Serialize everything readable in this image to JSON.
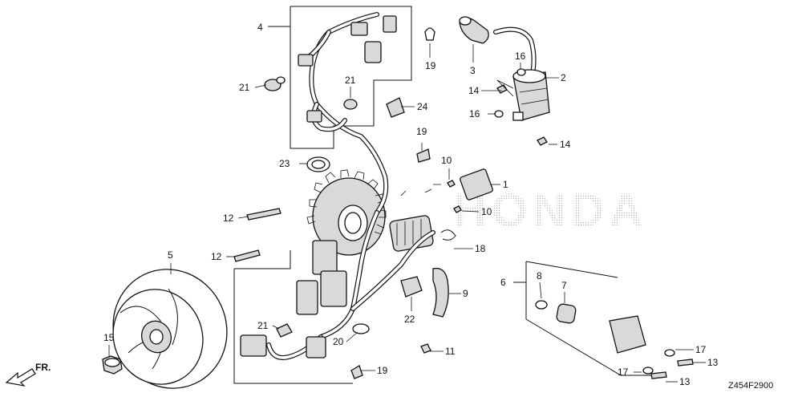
{
  "diagram": {
    "brand_watermark": "HONDA",
    "reference_code": "Z454F2900",
    "direction_label": "FR.",
    "callouts": [
      {
        "id": "c4",
        "label": "4"
      },
      {
        "id": "c19a",
        "label": "19"
      },
      {
        "id": "c3",
        "label": "3"
      },
      {
        "id": "c16a",
        "label": "16"
      },
      {
        "id": "c2",
        "label": "2"
      },
      {
        "id": "c21a",
        "label": "21"
      },
      {
        "id": "c21b",
        "label": "21"
      },
      {
        "id": "c24",
        "label": "24"
      },
      {
        "id": "c14a",
        "label": "14"
      },
      {
        "id": "c16b",
        "label": "16"
      },
      {
        "id": "c19b",
        "label": "19"
      },
      {
        "id": "c14b",
        "label": "14"
      },
      {
        "id": "c23",
        "label": "23"
      },
      {
        "id": "c10a",
        "label": "10"
      },
      {
        "id": "c1",
        "label": "1"
      },
      {
        "id": "c10b",
        "label": "10"
      },
      {
        "id": "c12a",
        "label": "12"
      },
      {
        "id": "c18",
        "label": "18"
      },
      {
        "id": "c12b",
        "label": "12"
      },
      {
        "id": "c5",
        "label": "5"
      },
      {
        "id": "c6",
        "label": "6"
      },
      {
        "id": "c8",
        "label": "8"
      },
      {
        "id": "c9",
        "label": "9"
      },
      {
        "id": "c7",
        "label": "7"
      },
      {
        "id": "c22",
        "label": "22"
      },
      {
        "id": "c21c",
        "label": "21"
      },
      {
        "id": "c15",
        "label": "15"
      },
      {
        "id": "c20",
        "label": "20"
      },
      {
        "id": "c11",
        "label": "11"
      },
      {
        "id": "c17a",
        "label": "17"
      },
      {
        "id": "c13a",
        "label": "13"
      },
      {
        "id": "c19c",
        "label": "19"
      },
      {
        "id": "c17b",
        "label": "17"
      },
      {
        "id": "c13b",
        "label": "13"
      }
    ]
  }
}
